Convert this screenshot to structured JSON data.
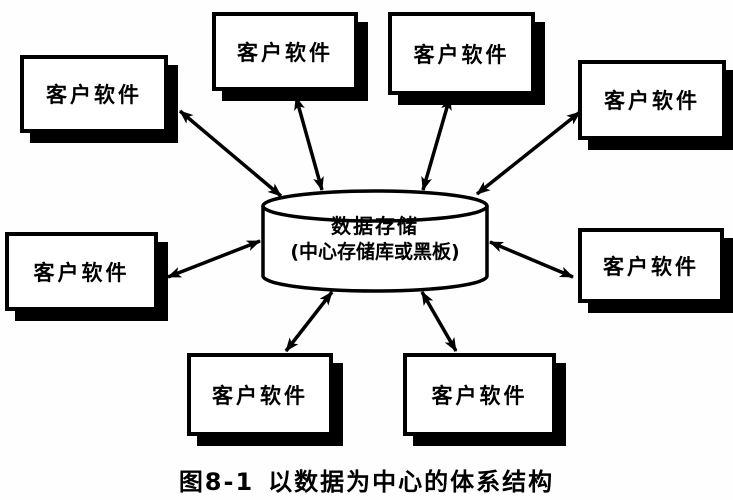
{
  "figure": {
    "caption_number": "图8-1",
    "caption_title": "以数据为中心的体系结构"
  },
  "diagram": {
    "type": "data-centered-architecture",
    "nodes": [
      {
        "id": "client-top-left",
        "label": "客户软件"
      },
      {
        "id": "client-top-1",
        "label": "客户软件"
      },
      {
        "id": "client-top-2",
        "label": "客户软件"
      },
      {
        "id": "client-right-top",
        "label": "客户软件"
      },
      {
        "id": "client-left",
        "label": "客户软件"
      },
      {
        "id": "client-right",
        "label": "客户软件"
      },
      {
        "id": "client-bottom-1",
        "label": "客户软件"
      },
      {
        "id": "client-bottom-2",
        "label": "客户软件"
      }
    ],
    "center": {
      "id": "data-store",
      "shape": "cylinder",
      "title": "数据存储",
      "subtitle": "(中心存储库或黑板)"
    },
    "edges": [
      {
        "from": "client-top-left",
        "to": "data-store",
        "direction": "bidirectional"
      },
      {
        "from": "client-top-1",
        "to": "data-store",
        "direction": "bidirectional"
      },
      {
        "from": "client-top-2",
        "to": "data-store",
        "direction": "bidirectional"
      },
      {
        "from": "client-right-top",
        "to": "data-store",
        "direction": "bidirectional"
      },
      {
        "from": "client-left",
        "to": "data-store",
        "direction": "bidirectional"
      },
      {
        "from": "client-right",
        "to": "data-store",
        "direction": "bidirectional"
      },
      {
        "from": "client-bottom-1",
        "to": "data-store",
        "direction": "bidirectional"
      },
      {
        "from": "client-bottom-2",
        "to": "data-store",
        "direction": "bidirectional"
      }
    ],
    "colors": {
      "ink": "#000000",
      "paper": "#ffffff"
    }
  }
}
